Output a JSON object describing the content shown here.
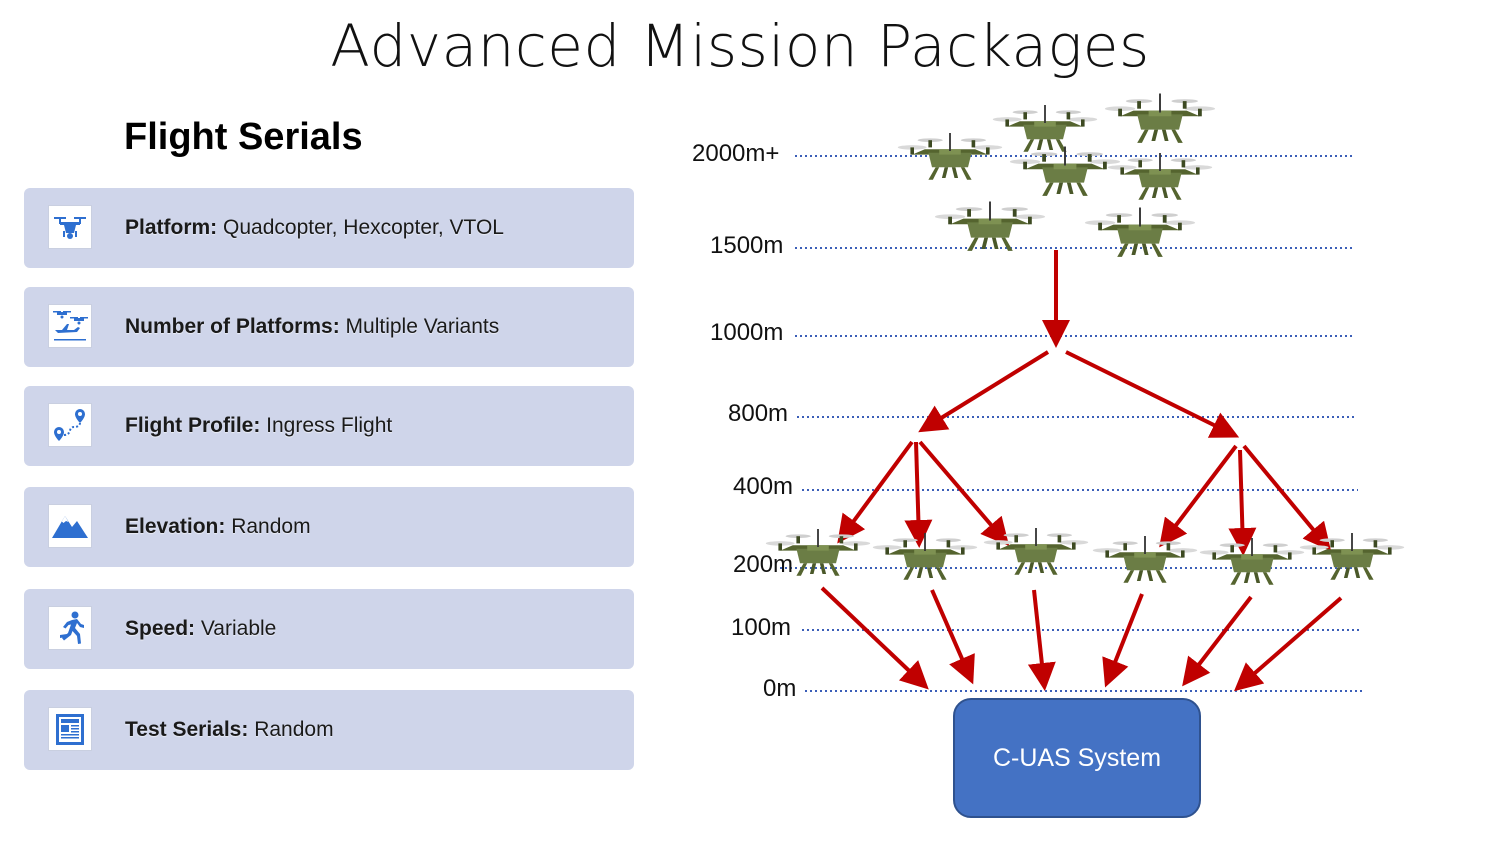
{
  "title": "Advanced Mission Packages",
  "flight_serials": {
    "heading": "Flight Serials",
    "items": [
      {
        "label": "Platform:",
        "value": "Quadcopter, Hexcopter, VTOL",
        "icon": "drone-icon"
      },
      {
        "label": "Number of Platforms:",
        "value": "Multiple Variants",
        "icon": "drones-plane-icon"
      },
      {
        "label": "Flight Profile:",
        "value": "Ingress Flight",
        "icon": "route-pin-icon"
      },
      {
        "label": "Elevation:",
        "value": "Random",
        "icon": "mountain-icon"
      },
      {
        "label": "Speed:",
        "value": "Variable",
        "icon": "runner-icon"
      },
      {
        "label": "Test Serials:",
        "value": "Random",
        "icon": "newspaper-icon"
      }
    ]
  },
  "altitudes": [
    "2000m+",
    "1500m",
    "1000m",
    "800m",
    "400m",
    "200m",
    "100m",
    "0m"
  ],
  "target": "C-UAS System",
  "colors": {
    "card_bg": "#cfd5ea",
    "icon_blue": "#2e6fd0",
    "arrow_red": "#c00000",
    "dotted_line": "#3b5fb8",
    "target_fill": "#4472c4",
    "drone_green": "#6b7d45"
  }
}
